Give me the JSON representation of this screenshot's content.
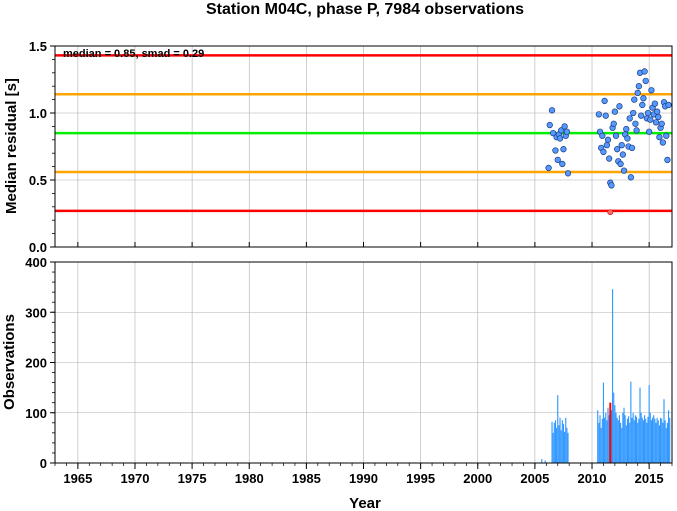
{
  "chart_data": [
    {
      "type": "scatter",
      "panel": "top",
      "title": "Station M04C, phase P, 7984 observations",
      "xlabel": "",
      "ylabel": "Median residual [s]",
      "annotation": "median = 0.85, smad = 0.29",
      "xlim": [
        1963,
        2017
      ],
      "ylim": [
        0,
        1.5
      ],
      "yticks": [
        0,
        0.5,
        1.0,
        1.5
      ],
      "ytick_labels": [
        "0.0",
        "0.5",
        "1.0",
        "1.5"
      ],
      "grid": true,
      "reference_lines": [
        {
          "value": 1.43,
          "color": "#ff0000"
        },
        {
          "value": 1.14,
          "color": "#ffa500"
        },
        {
          "value": 0.85,
          "color": "#00ee00"
        },
        {
          "value": 0.56,
          "color": "#ffa500"
        },
        {
          "value": 0.27,
          "color": "#ff0000"
        }
      ],
      "points": [
        [
          2006.2,
          0.59
        ],
        [
          2006.3,
          0.91
        ],
        [
          2006.5,
          1.02
        ],
        [
          2006.6,
          0.85
        ],
        [
          2006.8,
          0.72
        ],
        [
          2006.9,
          0.82
        ],
        [
          2007.0,
          0.65
        ],
        [
          2007.1,
          0.84
        ],
        [
          2007.2,
          0.81
        ],
        [
          2007.3,
          0.87
        ],
        [
          2007.4,
          0.62
        ],
        [
          2007.5,
          0.73
        ],
        [
          2007.6,
          0.9
        ],
        [
          2007.7,
          0.83
        ],
        [
          2007.8,
          0.86
        ],
        [
          2007.9,
          0.55
        ],
        [
          2010.6,
          0.99
        ],
        [
          2010.7,
          0.86
        ],
        [
          2010.8,
          0.74
        ],
        [
          2010.9,
          0.83
        ],
        [
          2011.0,
          0.71
        ],
        [
          2011.1,
          1.09
        ],
        [
          2011.2,
          0.98
        ],
        [
          2011.3,
          0.76
        ],
        [
          2011.4,
          0.8
        ],
        [
          2011.5,
          0.66
        ],
        [
          2011.6,
          0.48
        ],
        [
          2011.7,
          0.46
        ],
        [
          2011.8,
          0.89
        ],
        [
          2011.9,
          0.92
        ],
        [
          2012.0,
          1.01
        ],
        [
          2012.1,
          0.83
        ],
        [
          2012.2,
          0.73
        ],
        [
          2012.3,
          0.64
        ],
        [
          2012.4,
          1.05
        ],
        [
          2012.5,
          0.62
        ],
        [
          2012.6,
          0.76
        ],
        [
          2012.7,
          0.69
        ],
        [
          2012.8,
          0.57
        ],
        [
          2012.9,
          0.84
        ],
        [
          2013.0,
          0.88
        ],
        [
          2013.1,
          0.81
        ],
        [
          2013.2,
          0.75
        ],
        [
          2013.3,
          0.96
        ],
        [
          2013.4,
          0.52
        ],
        [
          2013.5,
          0.74
        ],
        [
          2013.6,
          1.0
        ],
        [
          2013.7,
          1.1
        ],
        [
          2013.8,
          0.92
        ],
        [
          2013.9,
          0.87
        ],
        [
          2014.0,
          1.15
        ],
        [
          2014.1,
          1.2
        ],
        [
          2014.2,
          1.3
        ],
        [
          2014.3,
          0.98
        ],
        [
          2014.4,
          1.06
        ],
        [
          2014.5,
          1.11
        ],
        [
          2014.6,
          1.31
        ],
        [
          2014.7,
          1.24
        ],
        [
          2014.8,
          0.96
        ],
        [
          2014.9,
          1.0
        ],
        [
          2015.0,
          0.86
        ],
        [
          2015.1,
          0.95
        ],
        [
          2015.2,
          1.17
        ],
        [
          2015.3,
          1.04
        ],
        [
          2015.4,
          0.99
        ],
        [
          2015.5,
          1.07
        ],
        [
          2015.6,
          0.93
        ],
        [
          2015.7,
          1.01
        ],
        [
          2015.8,
          0.97
        ],
        [
          2015.9,
          0.82
        ],
        [
          2016.0,
          0.89
        ],
        [
          2016.1,
          0.92
        ],
        [
          2016.2,
          0.78
        ],
        [
          2016.3,
          1.08
        ],
        [
          2016.4,
          1.05
        ],
        [
          2016.5,
          0.83
        ],
        [
          2016.6,
          0.65
        ],
        [
          2016.7,
          1.06
        ]
      ],
      "point_color": "#5599ff",
      "highlight_points": [
        [
          2011.6,
          0.26
        ]
      ],
      "highlight_color": "#ff6666"
    },
    {
      "type": "bar",
      "panel": "bottom",
      "xlabel": "Year",
      "ylabel": "Observations",
      "xlim": [
        1963,
        2017
      ],
      "ylim": [
        0,
        400
      ],
      "yticks": [
        0,
        100,
        200,
        300,
        400
      ],
      "xticks": [
        1965,
        1970,
        1975,
        1980,
        1985,
        1990,
        1995,
        2000,
        2005,
        2010,
        2015
      ],
      "grid": true,
      "bar_color": "#3399ff",
      "highlight_color": "#ff0000",
      "bars": [
        [
          2005.6,
          8
        ],
        [
          2005.9,
          5
        ],
        [
          2006.5,
          82
        ],
        [
          2006.6,
          60
        ],
        [
          2006.7,
          80
        ],
        [
          2006.8,
          85
        ],
        [
          2006.9,
          70
        ],
        [
          2007.0,
          135
        ],
        [
          2007.1,
          75
        ],
        [
          2007.2,
          90
        ],
        [
          2007.3,
          65
        ],
        [
          2007.4,
          85
        ],
        [
          2007.5,
          78
        ],
        [
          2007.6,
          62
        ],
        [
          2007.7,
          90
        ],
        [
          2007.8,
          70
        ],
        [
          2007.9,
          60
        ],
        [
          2010.5,
          105
        ],
        [
          2010.6,
          80
        ],
        [
          2010.7,
          95
        ],
        [
          2010.8,
          70
        ],
        [
          2010.9,
          88
        ],
        [
          2011.0,
          160
        ],
        [
          2011.1,
          90
        ],
        [
          2011.2,
          100
        ],
        [
          2011.3,
          85
        ],
        [
          2011.4,
          110
        ],
        [
          2011.5,
          95
        ],
        [
          2011.6,
          120
        ],
        [
          2011.7,
          105
        ],
        [
          2011.8,
          346
        ],
        [
          2011.9,
          140
        ],
        [
          2012.0,
          115
        ],
        [
          2012.1,
          100
        ],
        [
          2012.2,
          90
        ],
        [
          2012.3,
          85
        ],
        [
          2012.4,
          95
        ],
        [
          2012.5,
          80
        ],
        [
          2012.6,
          70
        ],
        [
          2012.7,
          100
        ],
        [
          2012.8,
          110
        ],
        [
          2012.9,
          95
        ],
        [
          2013.0,
          75
        ],
        [
          2013.1,
          88
        ],
        [
          2013.2,
          93
        ],
        [
          2013.3,
          80
        ],
        [
          2013.4,
          162
        ],
        [
          2013.5,
          90
        ],
        [
          2013.6,
          100
        ],
        [
          2013.7,
          85
        ],
        [
          2013.8,
          95
        ],
        [
          2013.9,
          92
        ],
        [
          2014.0,
          80
        ],
        [
          2014.1,
          88
        ],
        [
          2014.2,
          150
        ],
        [
          2014.3,
          100
        ],
        [
          2014.4,
          90
        ],
        [
          2014.5,
          85
        ],
        [
          2014.6,
          95
        ],
        [
          2014.7,
          88
        ],
        [
          2014.8,
          80
        ],
        [
          2014.9,
          92
        ],
        [
          2015.0,
          155
        ],
        [
          2015.1,
          100
        ],
        [
          2015.2,
          85
        ],
        [
          2015.3,
          90
        ],
        [
          2015.4,
          95
        ],
        [
          2015.5,
          88
        ],
        [
          2015.6,
          80
        ],
        [
          2015.7,
          90
        ],
        [
          2015.8,
          85
        ],
        [
          2015.9,
          75
        ],
        [
          2016.0,
          90
        ],
        [
          2016.1,
          88
        ],
        [
          2016.2,
          80
        ],
        [
          2016.3,
          127
        ],
        [
          2016.4,
          85
        ],
        [
          2016.5,
          70
        ],
        [
          2016.6,
          80
        ],
        [
          2016.7,
          105
        ],
        [
          2016.8,
          90
        ]
      ],
      "highlight_bars": [
        [
          2011.6,
          120
        ]
      ]
    }
  ]
}
